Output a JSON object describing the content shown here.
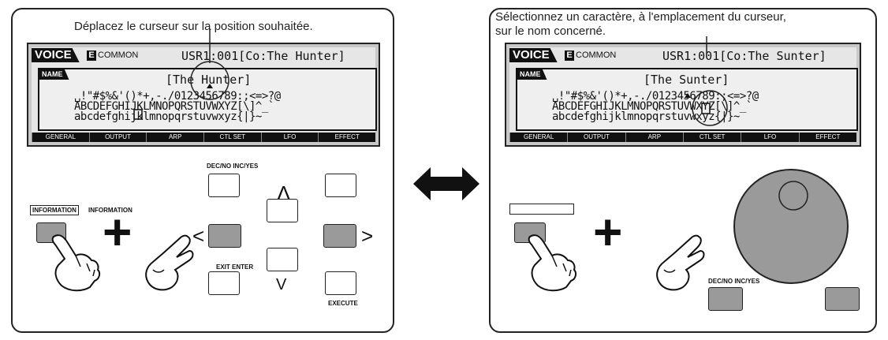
{
  "left": {
    "caption": "Déplacez le curseur sur la position souhaitée.",
    "lcd": {
      "voice_tab": "VOICE",
      "e_mark": "E",
      "common": "COMMON",
      "header_value": "USR1:001[Co:The Hunter]",
      "name_tab": "NAME",
      "name_value": "[The Hunter]",
      "charset_line1": "␣!\"#$%&'()*+,-./0123456789:;<=>?@",
      "charset_line2": "ABCDEFGHIJKLMNOPQRSTUVWXYZ[\\]^_`",
      "charset_line3": "abcdefghijklmnopqrstuvwxyz{|}~",
      "tabs": [
        "GENERAL",
        "OUTPUT",
        "ARP",
        "CTL SET",
        "LFO",
        "EFFECT"
      ]
    },
    "labels": {
      "dec_inc": "DEC/NO INC/YES",
      "info_box": "INFORMATION",
      "info_text": "INFORMATION",
      "exit_enter": "EXIT ENTER",
      "execute": "EXECUTE"
    },
    "arrows": {
      "up": "Λ",
      "down": "V",
      "left": "<",
      "right": ">"
    }
  },
  "right": {
    "caption_line1": "Sélectionnez un caractère, à l'emplacement du curseur,",
    "caption_line2": "sur le nom concerné.",
    "lcd": {
      "voice_tab": "VOICE",
      "e_mark": "E",
      "common": "COMMON",
      "header_value": "USR1:001[Co:The Sunter]",
      "name_tab": "NAME",
      "name_value": "[The Sunter]",
      "charset_line1": "␣!\"#$%&'()*+,-./0123456789:;<=>?@",
      "charset_line2": "ABCDEFGHIJKLMNOPQRSTUVWXYZ[\\]^_`",
      "charset_line3": "abcdefghijklmnopqrstuvwxyz{|}~",
      "tabs": [
        "GENERAL",
        "OUTPUT",
        "ARP",
        "CTL SET",
        "LFO",
        "EFFECT"
      ]
    },
    "labels": {
      "dec_inc": "DEC/NO INC/YES"
    }
  },
  "plus_sign": "+",
  "colors": {
    "button_grey": "#9a9a9a",
    "lcd_bg": "#e6e6e6",
    "ink": "#111111"
  }
}
